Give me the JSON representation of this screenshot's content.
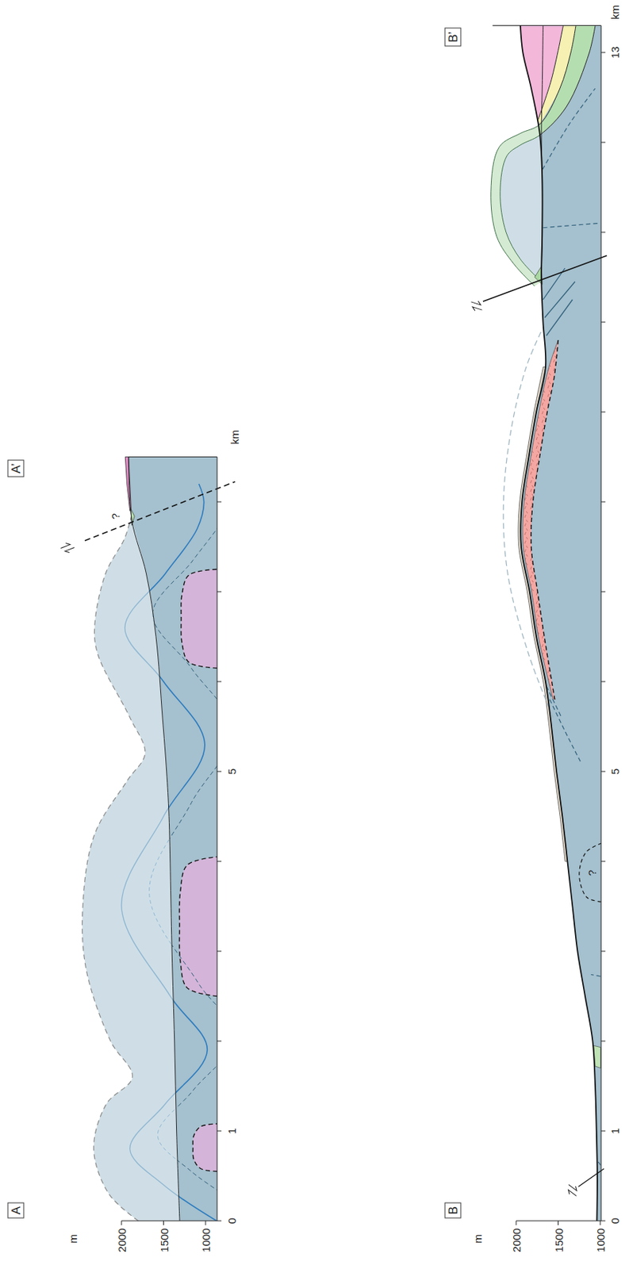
{
  "diagram": {
    "nodes": [
      {
        "text": [
          "A"
        ]
      },
      {
        "text": [
          "A’"
        ]
      },
      {
        "text": [
          "B"
        ]
      },
      {
        "text": [
          "B’"
        ]
      }
    ],
    "labels": [
      "m",
      "2000",
      "1500",
      "1000",
      "0",
      "1",
      "5",
      "km",
      "?",
      "m",
      "2000",
      "1500",
      "1000",
      "0",
      "1",
      "5",
      "13",
      "km",
      "?"
    ]
  }
}
